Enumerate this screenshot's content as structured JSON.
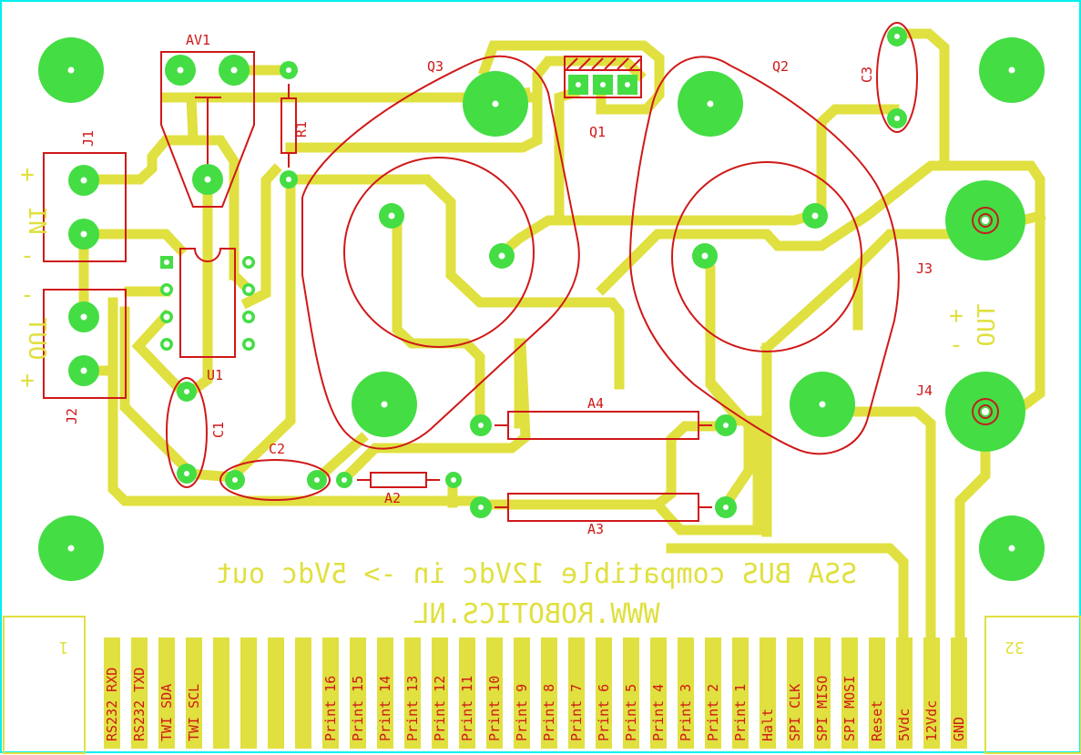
{
  "board": {
    "title_line1": "SSA BUS compatible 12Vdc in -> 5Vdc out",
    "title_line2": "WWW.ROBOTICS.NL",
    "colors": {
      "trace": "#e0e040",
      "pad": "#44dd44",
      "silkscreen": "#d01818",
      "border": "#00f0f0",
      "background": "#ffffff"
    }
  },
  "components": {
    "AV1": "AV1",
    "R1": "R1",
    "J1": "J1",
    "J2": "J2",
    "J3": "J3",
    "J4": "J4",
    "Q1": "Q1",
    "Q2": "Q2",
    "Q3": "Q3",
    "C1": "C1",
    "C2": "C2",
    "C3": "C3",
    "U1": "U1",
    "A2": "A2",
    "A3": "A3",
    "A4": "A4"
  },
  "polarity": {
    "in_label": "IN",
    "out_label_left": "OUT",
    "out_label_right": "OUT",
    "plus": "+",
    "minus": "-"
  },
  "connector": {
    "pin_first": "1",
    "pin_last": "32",
    "fingers": [
      "RS232 RXD",
      "RS232 TXD",
      "TWI SDA",
      "TWI SCL",
      "",
      "",
      "",
      "",
      "Print 16",
      "Print 15",
      "Print 14",
      "Print 13",
      "Print 12",
      "Print 11",
      "Print 10",
      "Print 9",
      "Print 8",
      "Print 7",
      "Print 6",
      "Print 5",
      "Print 4",
      "Print 3",
      "Print 2",
      "Print 1",
      "Halt",
      "SPI CLK",
      "SPI MISO",
      "SPI MOSI",
      "Reset",
      "5Vdc",
      "12Vdc",
      "GND"
    ]
  }
}
